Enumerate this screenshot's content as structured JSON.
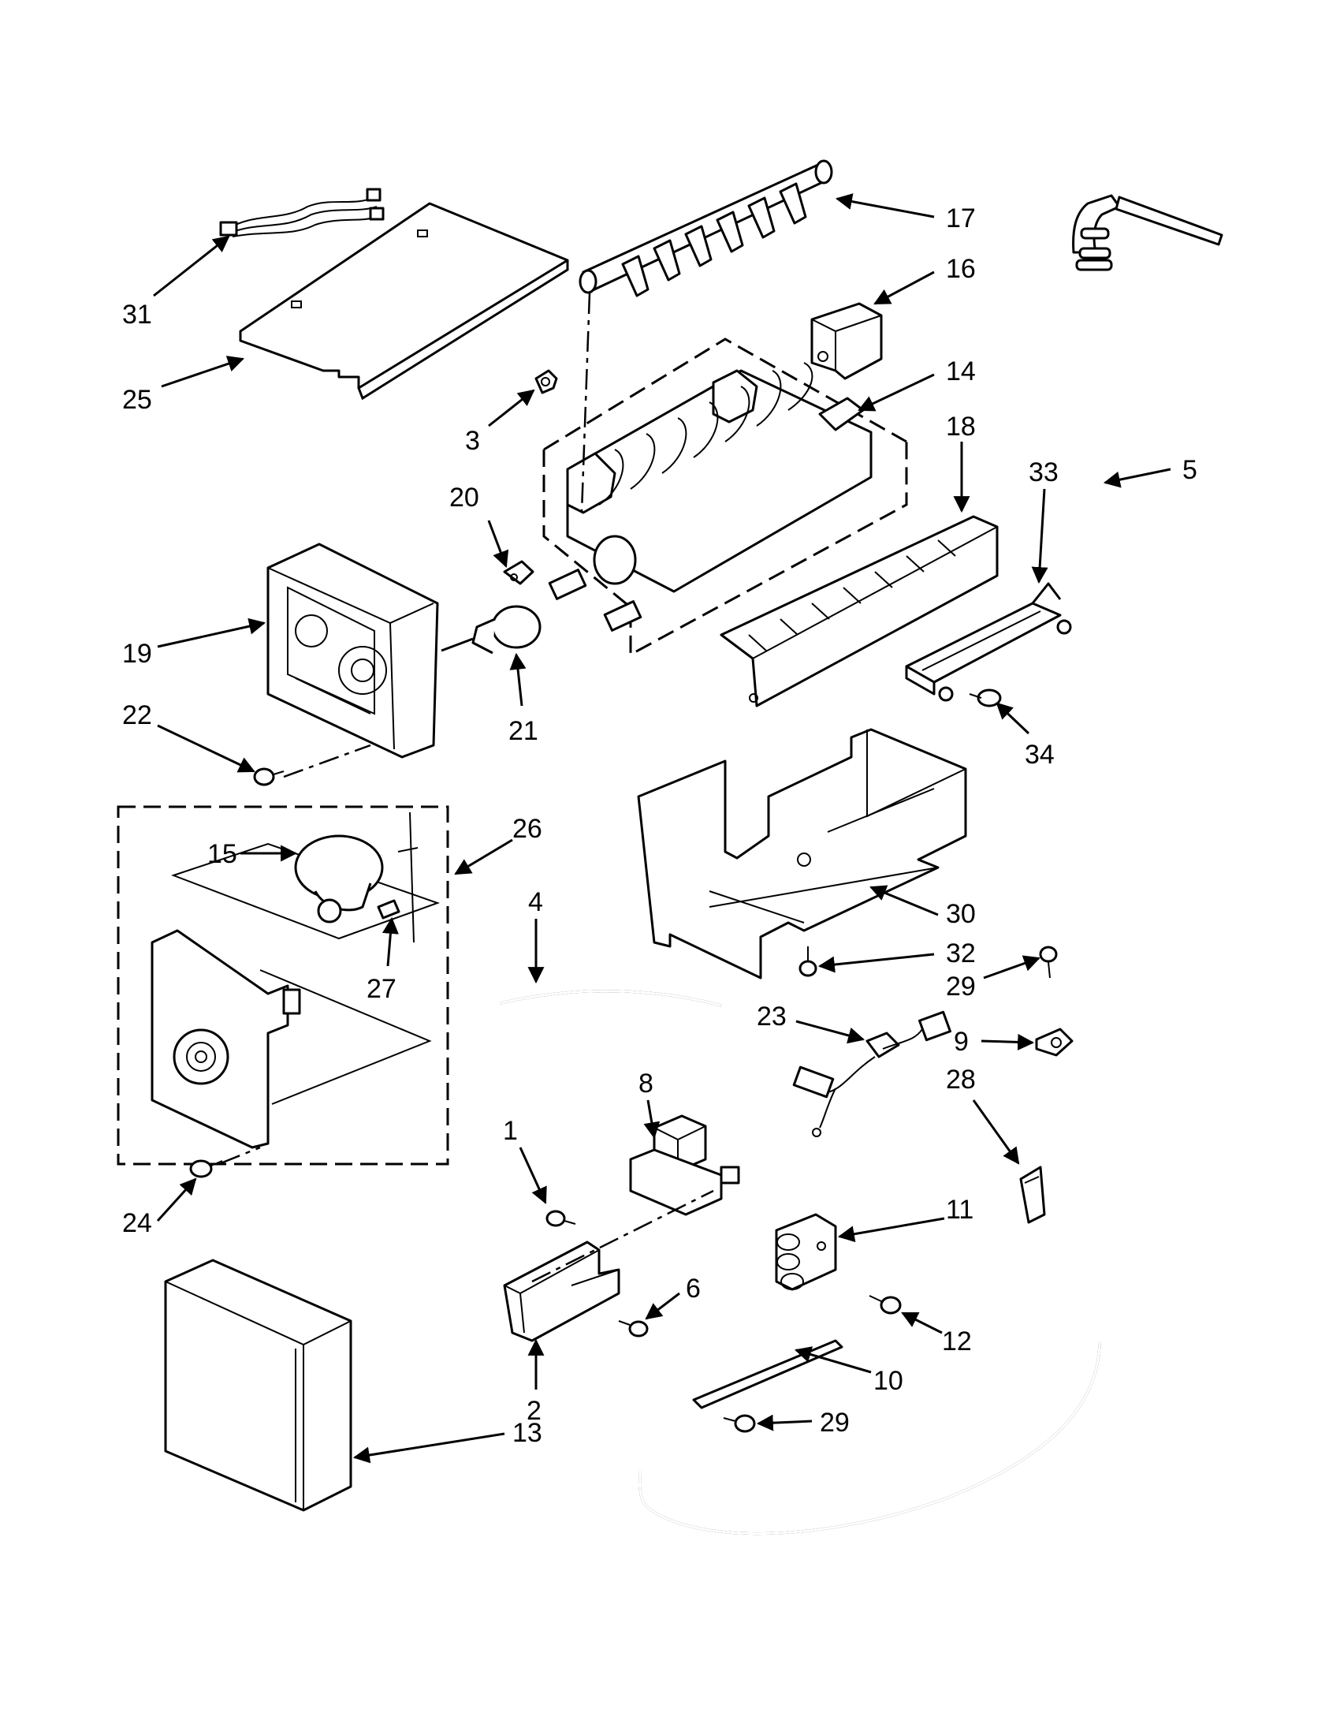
{
  "callouts": [
    {
      "id": "p1",
      "label": "1"
    },
    {
      "id": "p2",
      "label": "2"
    },
    {
      "id": "p3",
      "label": "3"
    },
    {
      "id": "p4",
      "label": "4"
    },
    {
      "id": "p5",
      "label": "5"
    },
    {
      "id": "p6",
      "label": "6"
    },
    {
      "id": "p8",
      "label": "8"
    },
    {
      "id": "p9",
      "label": "9"
    },
    {
      "id": "p10",
      "label": "10"
    },
    {
      "id": "p11",
      "label": "11"
    },
    {
      "id": "p12",
      "label": "12"
    },
    {
      "id": "p13",
      "label": "13"
    },
    {
      "id": "p14",
      "label": "14"
    },
    {
      "id": "p15",
      "label": "15"
    },
    {
      "id": "p16",
      "label": "16"
    },
    {
      "id": "p17",
      "label": "17"
    },
    {
      "id": "p18",
      "label": "18"
    },
    {
      "id": "p19",
      "label": "19"
    },
    {
      "id": "p20",
      "label": "20"
    },
    {
      "id": "p21",
      "label": "21"
    },
    {
      "id": "p22",
      "label": "22"
    },
    {
      "id": "p23",
      "label": "23"
    },
    {
      "id": "p24",
      "label": "24"
    },
    {
      "id": "p25",
      "label": "25"
    },
    {
      "id": "p26",
      "label": "26"
    },
    {
      "id": "p27",
      "label": "27"
    },
    {
      "id": "p28",
      "label": "28"
    },
    {
      "id": "p29a",
      "label": "29"
    },
    {
      "id": "p29b",
      "label": "29"
    },
    {
      "id": "p30",
      "label": "30"
    },
    {
      "id": "p31",
      "label": "31"
    },
    {
      "id": "p32",
      "label": "32"
    },
    {
      "id": "p33",
      "label": "33"
    },
    {
      "id": "p34",
      "label": "34"
    }
  ]
}
